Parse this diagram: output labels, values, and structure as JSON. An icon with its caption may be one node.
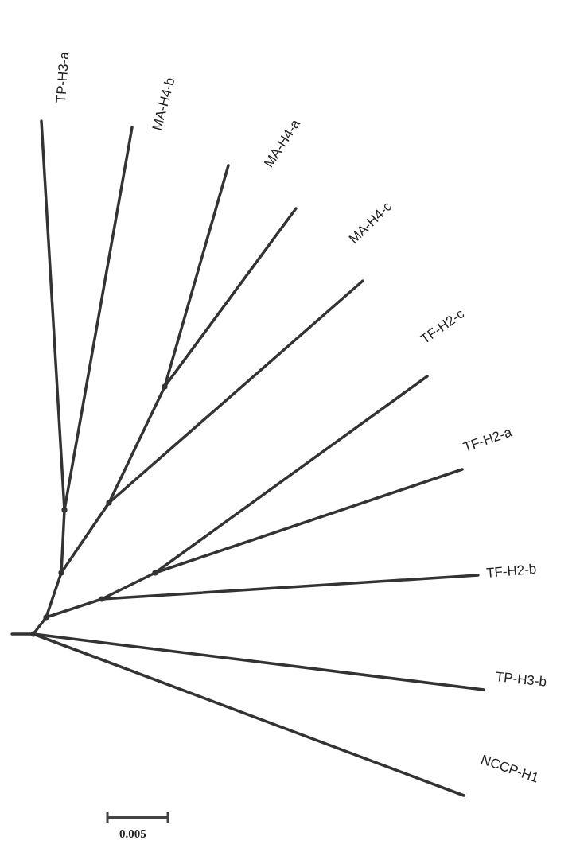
{
  "diagram": {
    "nodes": [
      {
        "text": [
          "TP-H3-a"
        ]
      },
      {
        "text": [
          "MA-H4-b"
        ]
      },
      {
        "text": [
          "MA-H4-a"
        ]
      },
      {
        "text": [
          "MA-H4-c"
        ]
      },
      {
        "text": [
          "TF-H2-c"
        ]
      },
      {
        "text": [
          "TF-H2-a"
        ]
      },
      {
        "text": [
          "TF-H2-b"
        ]
      },
      {
        "text": [
          "TP-H3-b"
        ]
      },
      {
        "text": [
          "NCCP-H1"
        ]
      },
      {
        "text": [],
        "shape": "point"
      },
      {
        "text": [],
        "shape": "point"
      },
      {
        "text": [],
        "shape": "point"
      },
      {
        "text": [],
        "shape": "point"
      },
      {
        "text": [],
        "shape": "point"
      },
      {
        "text": [],
        "shape": "point"
      },
      {
        "text": [],
        "shape": "point"
      },
      {
        "text": [],
        "shape": "point"
      }
    ],
    "edges": [
      {
        "from": 9,
        "to": null,
        "arrow": "none"
      },
      {
        "from": 9,
        "to": 10,
        "arrow": "none"
      },
      {
        "from": 9,
        "to": 7,
        "arrow": "none"
      },
      {
        "from": 9,
        "to": 8,
        "arrow": "none"
      },
      {
        "from": 10,
        "to": 11,
        "arrow": "none"
      },
      {
        "from": 10,
        "to": 15,
        "arrow": "none"
      },
      {
        "from": 11,
        "to": 12,
        "arrow": "none"
      },
      {
        "from": 11,
        "to": 13,
        "arrow": "none"
      },
      {
        "from": 12,
        "to": 0,
        "arrow": "none"
      },
      {
        "from": 12,
        "to": 1,
        "arrow": "none"
      },
      {
        "from": 13,
        "to": 14,
        "arrow": "none"
      },
      {
        "from": 13,
        "to": 3,
        "arrow": "none"
      },
      {
        "from": 14,
        "to": null,
        "arrow": "none"
      },
      {
        "from": 14,
        "to": 2,
        "arrow": "none"
      },
      {
        "from": 15,
        "to": 6,
        "arrow": "none"
      },
      {
        "from": 15,
        "to": 16,
        "arrow": "none"
      },
      {
        "from": 16,
        "to": 5,
        "arrow": "none"
      },
      {
        "from": 16,
        "to": 4,
        "arrow": "none"
      }
    ],
    "labels": [
      "0.005"
    ]
  }
}
